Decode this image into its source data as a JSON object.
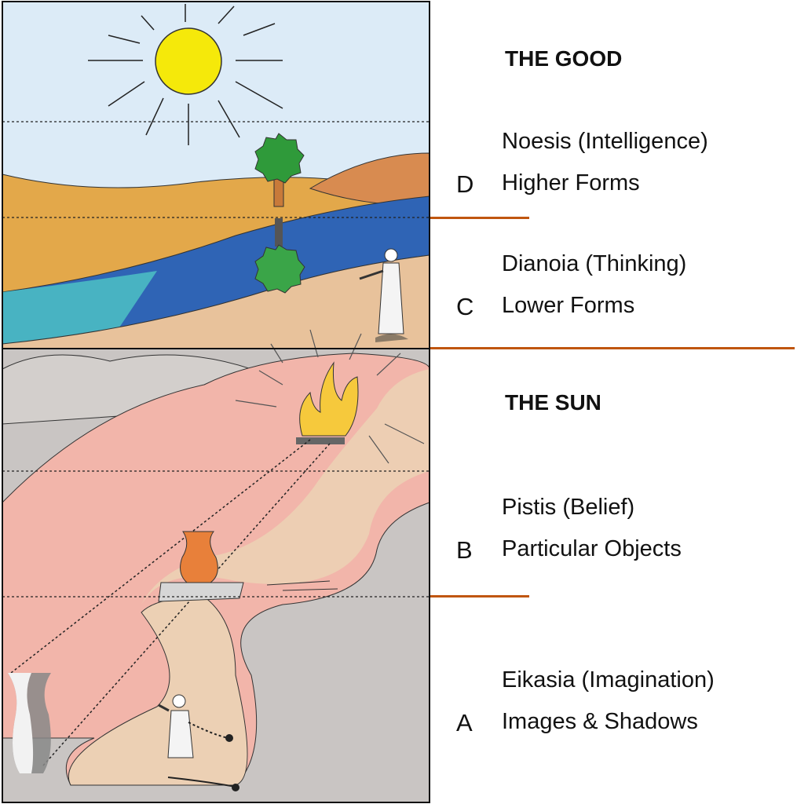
{
  "colors": {
    "divider": "#c0560f",
    "sky": "#dcebf7",
    "sun": "#f5e90a",
    "water": "#2f64b5",
    "cave": "#c9c5c3",
    "fire_glow": "#f4c9a8"
  },
  "sections": [
    {
      "heading": "THE GOOD"
    },
    {
      "letter": "D",
      "line1": "Noesis (Intelligence)",
      "line2": "Higher Forms"
    },
    {
      "letter": "C",
      "line1": "Dianoia (Thinking)",
      "line2": "Lower Forms"
    },
    {
      "heading": "THE SUN"
    },
    {
      "letter": "B",
      "line1": "Pistis (Belief)",
      "line2": "Particular Objects"
    },
    {
      "letter": "A",
      "line1": "Eikasia (Imagination)",
      "line2": "Images & Shadows"
    }
  ]
}
